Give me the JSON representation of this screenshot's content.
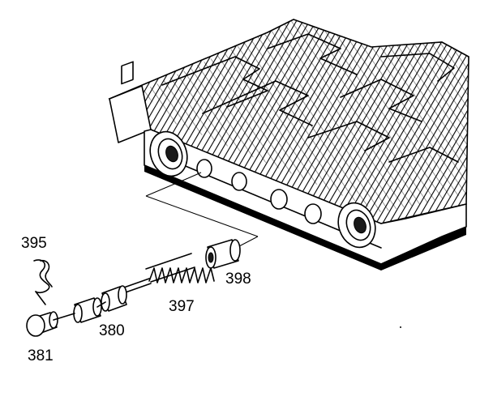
{
  "callouts": {
    "c395": "395",
    "c381": "381",
    "c380": "380",
    "c397": "397",
    "c398": "398"
  }
}
